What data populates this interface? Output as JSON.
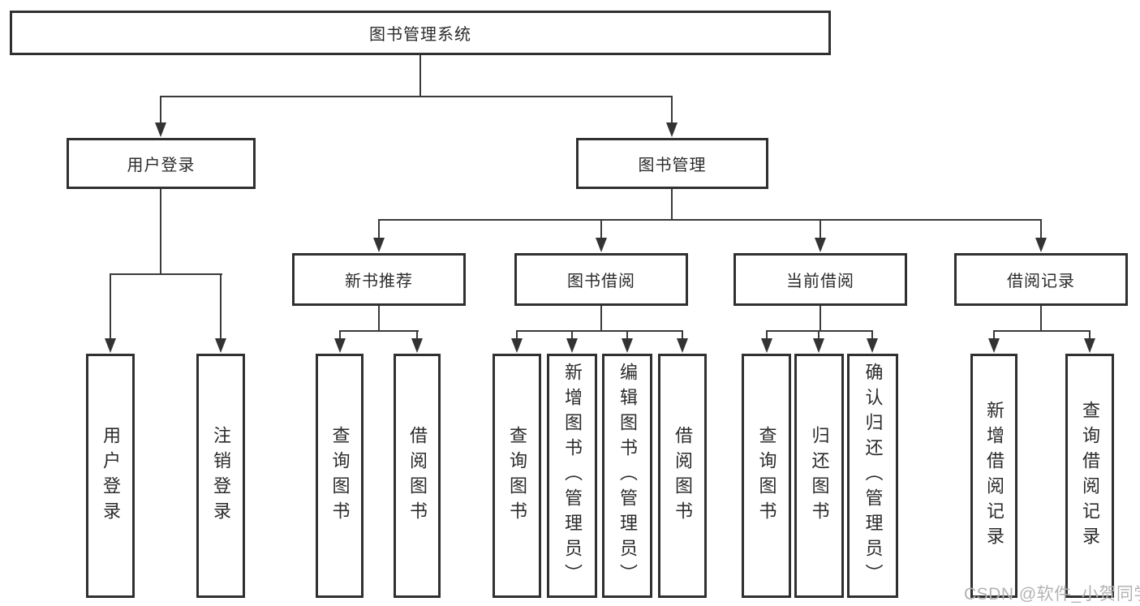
{
  "tree": {
    "root": "图书管理系统",
    "children": [
      {
        "label": "用户登录",
        "children": [
          "用户登录",
          "注销登录"
        ]
      },
      {
        "label": "图书管理",
        "children": [
          {
            "label": "新书推荐",
            "children": [
              "查询图书",
              "借阅图书"
            ]
          },
          {
            "label": "图书借阅",
            "children": [
              "查询图书",
              "新增图书（管理员）",
              "编辑图书（管理员）",
              "借阅图书"
            ]
          },
          {
            "label": "当前借阅",
            "children": [
              "查询图书",
              "归还图书",
              "确认归还（管理员）"
            ]
          },
          {
            "label": "借阅记录",
            "children": [
              "新增借阅记录",
              "查询借阅记录"
            ]
          }
        ]
      }
    ]
  },
  "watermark": "CSDN @软件_小贺同学",
  "colors": {
    "line": "#3a3a3a",
    "box_border": "#303030",
    "box_fill": "#ffffff",
    "text": "#2b2b2b",
    "watermark": "#b3b3b3",
    "background": "#ffffff"
  }
}
